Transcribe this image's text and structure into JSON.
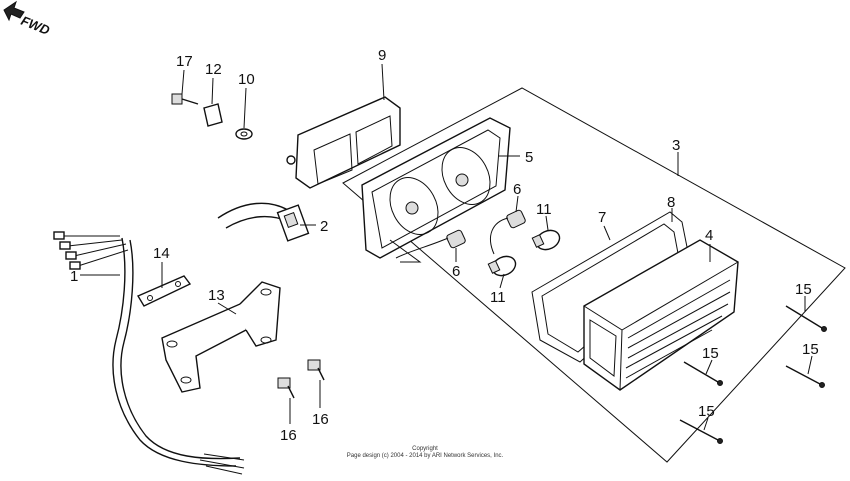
{
  "direction_label": "FWD",
  "callouts": {
    "harness": "1",
    "socket_assembly": "2",
    "taillight_assembly": "3",
    "lens": "4",
    "base_reflector": "5",
    "socket_upper": "6",
    "socket_lower": "6",
    "gasket_inner": "7",
    "gasket_outer": "8",
    "mounting_gasket": "9",
    "washer": "10",
    "bulb_upper": "11",
    "bulb_lower": "11",
    "collar": "12",
    "bracket": "13",
    "plate": "14",
    "screw_top": "15",
    "screw_mid_right": "15",
    "screw_mid_left": "15",
    "screw_bottom": "15",
    "bolt_left": "16",
    "bolt_right": "16",
    "bolt_top": "17"
  },
  "footer": {
    "line1": "Copyright",
    "line2": "Page design (c) 2004 - 2014 by ARI Network Services, Inc."
  }
}
